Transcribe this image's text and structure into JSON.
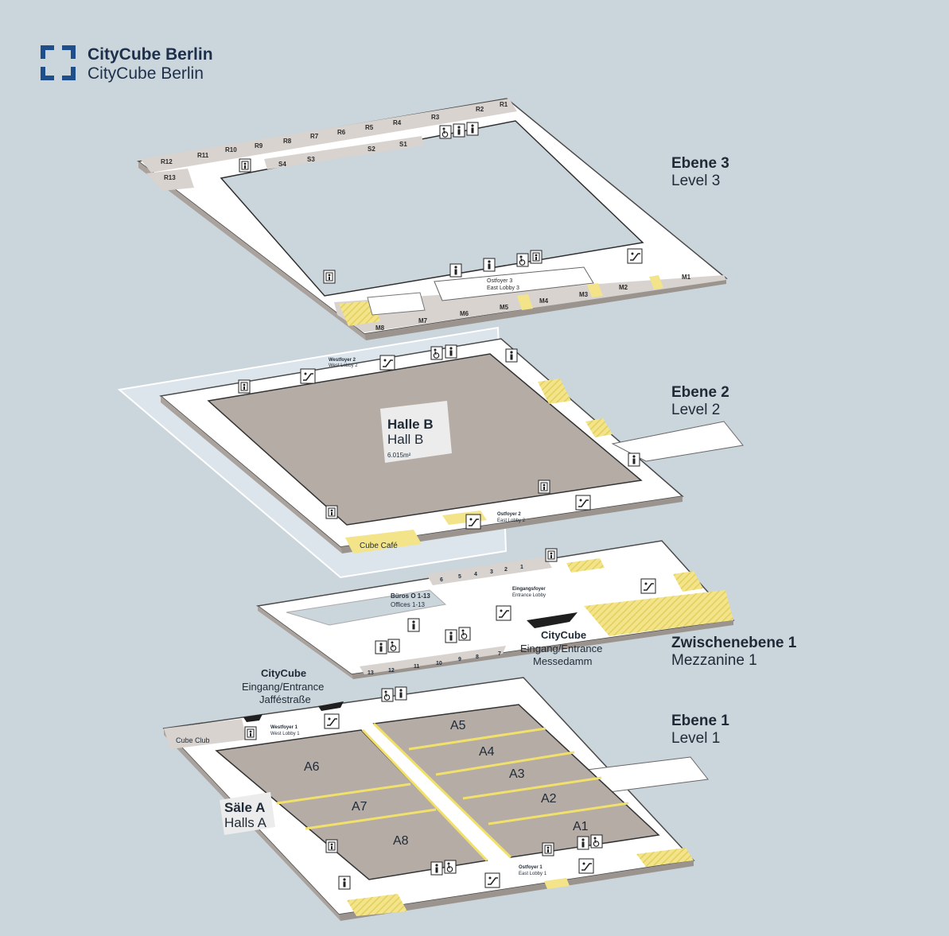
{
  "brand": {
    "name_de": "CityCube Berlin",
    "name_en": "CityCube Berlin",
    "color": "#1e4f8c"
  },
  "levels": {
    "level3": {
      "de": "Ebene 3",
      "en": "Level 3"
    },
    "level2": {
      "de": "Ebene 2",
      "en": "Level 2"
    },
    "mezzanine1": {
      "de": "Zwischenebene 1",
      "en": "Mezzanine 1"
    },
    "level1": {
      "de": "Ebene 1",
      "en": "Level 1"
    }
  },
  "level3": {
    "rooms_r": [
      "R1",
      "R2",
      "R3",
      "R4",
      "R5",
      "R6",
      "R7",
      "R8",
      "R9",
      "R10",
      "R11",
      "R12",
      "R13"
    ],
    "rooms_s": [
      "S1",
      "S2",
      "S3",
      "S4"
    ],
    "rooms_m": [
      "M1",
      "M2",
      "M3",
      "M4",
      "M5",
      "M6",
      "M7",
      "M8"
    ],
    "east_lobby_de": "Ostfoyer 3",
    "east_lobby_en": "East Lobby 3"
  },
  "level2": {
    "hall_de": "Halle B",
    "hall_en": "Hall B",
    "hall_area": "6.015m²",
    "west_lobby_de": "Westfoyer 2",
    "west_lobby_en": "West Lobby 2",
    "east_lobby_de": "Ostfoyer 2",
    "east_lobby_en": "East Lobby 2",
    "cafe": "Cube Café"
  },
  "mezzanine": {
    "offices_de": "Büros O 1-13",
    "offices_en": "Offices 1-13",
    "office_numbers_top": [
      "6",
      "5",
      "4",
      "3",
      "2",
      "1"
    ],
    "office_numbers_bottom": [
      "13",
      "12",
      "11",
      "10",
      "9",
      "8",
      "7"
    ],
    "entrance_lobby_de": "Eingangsfoyer",
    "entrance_lobby_en": "Entrance Lobby",
    "entrance_name": "CityCube",
    "entrance_label": "Eingang/Entrance",
    "entrance_street": "Messedamm"
  },
  "level1": {
    "entrance_name": "CityCube",
    "entrance_label": "Eingang/Entrance",
    "entrance_street": "Jafféstraße",
    "club": "Cube Club",
    "west_lobby_de": "Westfoyer 1",
    "west_lobby_en": "West Lobby 1",
    "east_lobby_de": "Ostfoyer 1",
    "east_lobby_en": "East Lobby 1",
    "halls": [
      "A1",
      "A2",
      "A3",
      "A4",
      "A5",
      "A6",
      "A7",
      "A8"
    ],
    "halls_label_de": "Säle A",
    "halls_label_en": "Halls A"
  },
  "icons": [
    "elevator-icon",
    "toilet-icon",
    "wheelchair-icon",
    "escalator-icon"
  ],
  "colors": {
    "background": "#cbd5dc",
    "floor": "#ffffff",
    "floor_edge": "#aaa39d",
    "hall": "#b5aca6",
    "accent_yellow": "#f3e48a",
    "outline": "#3a3a3a",
    "text": "#1f2a36"
  }
}
